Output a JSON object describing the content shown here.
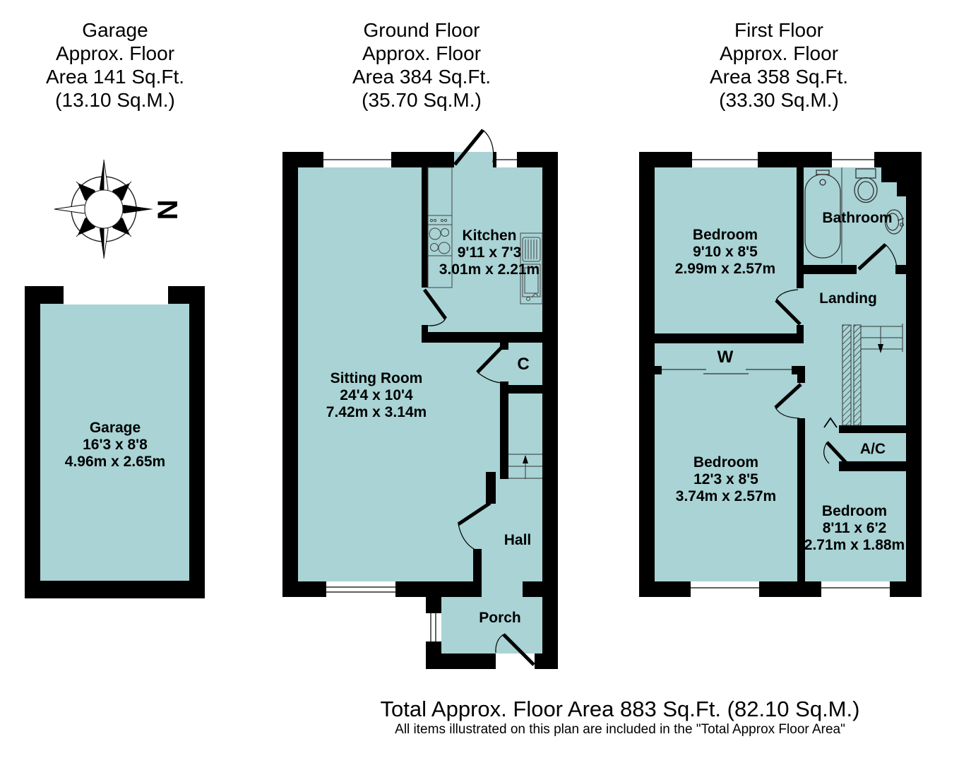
{
  "headers": {
    "garage": {
      "lines": [
        "Garage",
        "Approx. Floor",
        "Area 141 Sq.Ft.",
        "(13.10 Sq.M.)"
      ]
    },
    "ground": {
      "lines": [
        "Ground Floor",
        "Approx. Floor",
        "Area 384 Sq.Ft.",
        "(35.70 Sq.M.)"
      ]
    },
    "first": {
      "lines": [
        "First Floor",
        "Approx. Floor",
        "Area 358 Sq.Ft.",
        "(33.30 Sq.M.)"
      ]
    }
  },
  "compass": {
    "north_label": "N"
  },
  "rooms": {
    "garage": {
      "name": "Garage",
      "dims_ft": "16'3 x 8'8",
      "dims_m": "4.96m x 2.65m"
    },
    "kitchen": {
      "name": "Kitchen",
      "dims_ft": "9'11 x 7'3",
      "dims_m": "3.01m x 2.21m"
    },
    "sitting_room": {
      "name": "Sitting Room",
      "dims_ft": "24'4 x 10'4",
      "dims_m": "7.42m x 3.14m"
    },
    "cupboard": {
      "name": "C"
    },
    "hall": {
      "name": "Hall"
    },
    "porch": {
      "name": "Porch"
    },
    "bedroom1": {
      "name": "Bedroom",
      "dims_ft": "9'10 x 8'5",
      "dims_m": "2.99m x 2.57m"
    },
    "bathroom": {
      "name": "Bathroom"
    },
    "landing": {
      "name": "Landing"
    },
    "wardrobe": {
      "name": "W"
    },
    "bedroom2": {
      "name": "Bedroom",
      "dims_ft": "12'3 x 8'5",
      "dims_m": "3.74m x 2.57m"
    },
    "airing_cupboard": {
      "name": "A/C"
    },
    "bedroom3": {
      "name": "Bedroom",
      "dims_ft": "8'11 x 6'2",
      "dims_m": "2.71m x 1.88m"
    }
  },
  "footer": {
    "total": "Total Approx. Floor Area 883 Sq.Ft. (82.10 Sq.M.)",
    "disclaimer": "All items illustrated on this plan are included in the \"Total Approx Floor Area\""
  },
  "colors": {
    "room_fill": "#a9d3d5",
    "wall": "#000000"
  }
}
